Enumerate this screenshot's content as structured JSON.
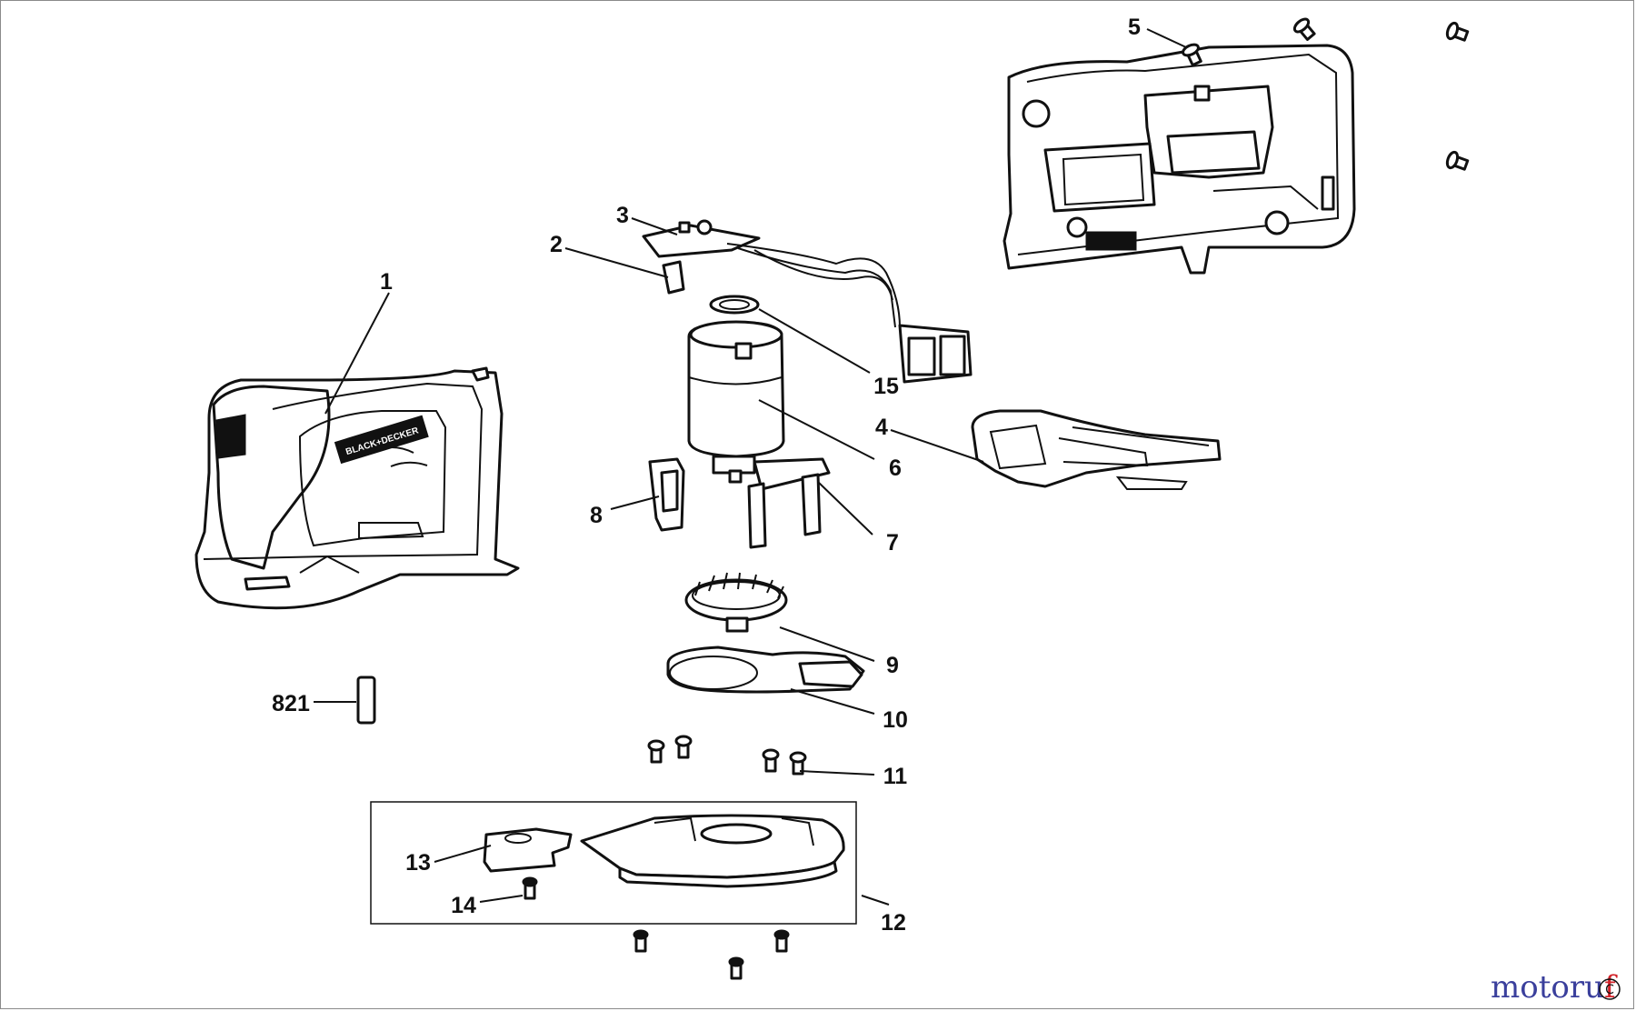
{
  "callouts": {
    "p1": "1",
    "p2": "2",
    "p3": "3",
    "p4": "4",
    "p5": "5",
    "p6": "6",
    "p7": "7",
    "p8": "8",
    "p9": "9",
    "p10": "10",
    "p11": "11",
    "p12": "12",
    "p13": "13",
    "p14": "14",
    "p15": "15",
    "p821": "821"
  },
  "housing_logo": "BLACK+DECKER",
  "watermark": {
    "part_a": "motoru",
    "part_b": "f",
    "suffix": "C"
  }
}
